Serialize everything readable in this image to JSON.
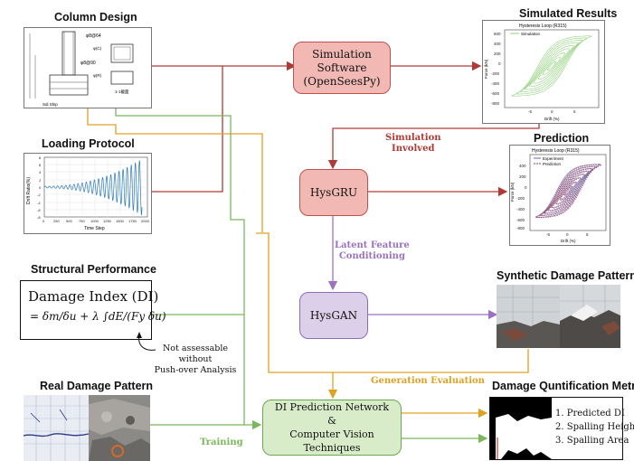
{
  "titles": {
    "column_design": "Column Design",
    "loading_protocol": "Loading Protocol",
    "structural_performance": "Structural Performance",
    "real_damage": "Real Damage Pattern",
    "simulated_results": "Simulated Results",
    "prediction": "Prediction",
    "synthetic_damage": "Synthetic Damage Pattern",
    "damage_metrics": "Damage Quntification Metrics"
  },
  "boxes": {
    "simulation_software_l1": "Simulation",
    "simulation_software_l2": "Software",
    "simulation_software_l3": "(OpenSeesPy)",
    "hysgru": "HysGRU",
    "hysgan": "HysGAN",
    "di_network_l1": "DI Prediction Network",
    "di_network_l2": "&",
    "di_network_l3": "Computer Vision Techniques"
  },
  "edge_labels": {
    "simulation_involved_l1": "Simulation",
    "simulation_involved_l2": "Involved",
    "latent_l1": "Latent Feature",
    "latent_l2": "Conditioning",
    "generation_evaluation": "Generation Evaluation",
    "training": "Training"
  },
  "damage_index": {
    "heading": "Damage Index (DI)",
    "formula": "= δm/δu + λ ∫dE/(Fy δu)"
  },
  "note": {
    "l1": "Not assessable",
    "l2": "without",
    "l3": "Push-over Analysis"
  },
  "metrics": [
    "1. Predicted DI",
    "2. Spalling Height",
    "3. Spalling Area"
  ],
  "loading_plot": {
    "ylabel": "Drift Ratio(%)",
    "xlabel": "Time Step",
    "xticks": [
      "0",
      "250",
      "500",
      "750",
      "1000",
      "1250",
      "1500",
      "1750",
      "2000"
    ],
    "yticks": [
      "8",
      "6",
      "4",
      "2",
      "0",
      "-2",
      "-4",
      "-6",
      "-8"
    ]
  },
  "sim_plot": {
    "title": "Hysteresis Loop (R315)",
    "legend": "Simulation",
    "ylabel": "Force (kN)",
    "xlabel": "Drift (%)",
    "yticks": [
      "600",
      "400",
      "200",
      "0",
      "-200",
      "-400",
      "-600",
      "-800"
    ],
    "xticks": [
      "-5",
      "0",
      "5"
    ]
  },
  "pred_plot": {
    "title": "Hysteresis Loop (R315)",
    "legend1": "Experiment",
    "legend2": "Prediction",
    "ylabel": "Force (kN)",
    "xlabel": "Drift (%)",
    "yticks": [
      "400",
      "200",
      "0",
      "-200",
      "-400",
      "-600",
      "-800"
    ],
    "xticks": [
      "-5",
      "0",
      "5"
    ]
  },
  "colors": {
    "red_box": "#f2b9b4",
    "red_border": "#c0504d",
    "purple_box": "#dccfea",
    "purple_border": "#8e6bb5",
    "green_box": "#d9ecc9",
    "green_border": "#6aa84f",
    "red_arrow": "#b03a33",
    "purple_arrow": "#9b72c2",
    "green_arrow": "#7ab85c",
    "orange_arrow": "#e0a020"
  }
}
